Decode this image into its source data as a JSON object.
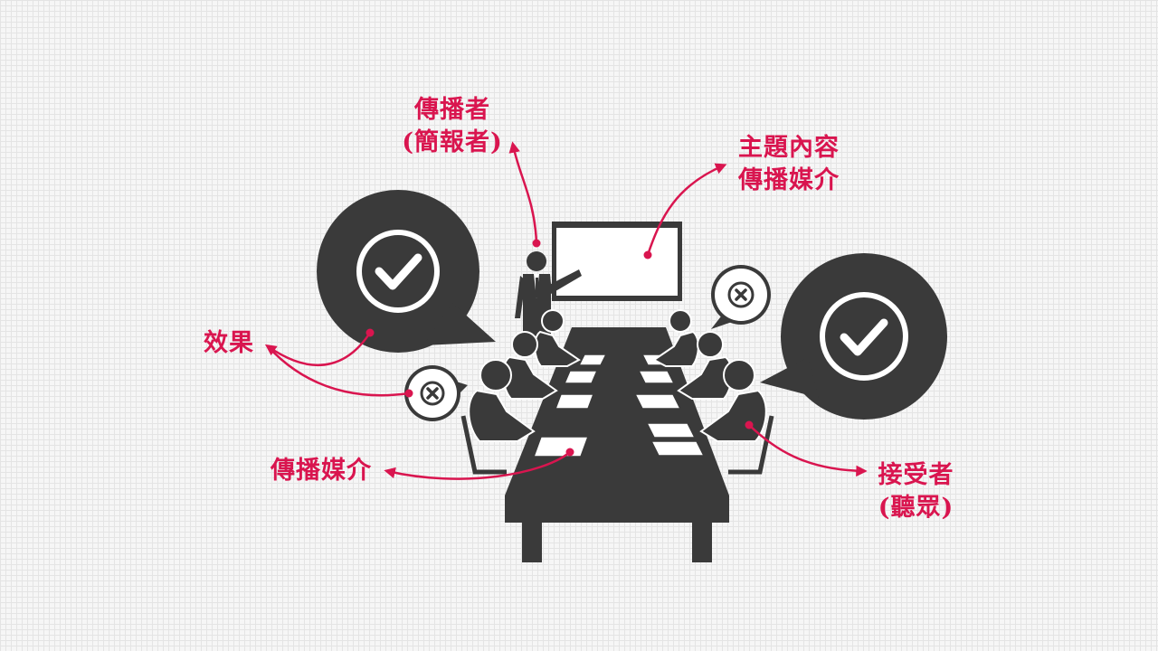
{
  "labels": {
    "communicator": {
      "line1": "傳播者",
      "line2": "(簡報者)"
    },
    "topic": {
      "line1": "主題內容",
      "line2": "傳播媒介"
    },
    "effect": "效果",
    "media": "傳播媒介",
    "receiver": {
      "line1": "接受者",
      "line2": "(聽眾)"
    }
  },
  "colors": {
    "accent": "#d9154f",
    "icon": "#3a3a3a",
    "background": "#f6f6f6"
  },
  "icons": [
    "presenter-icon",
    "whiteboard-icon",
    "conference-table-icon",
    "check-bubble-icon",
    "cross-bubble-icon"
  ]
}
